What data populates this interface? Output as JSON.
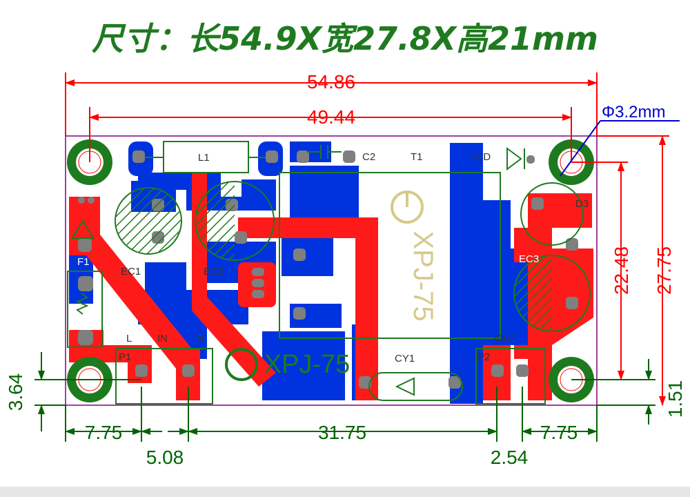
{
  "title": "尺寸：长54.9X宽27.8X高21mm",
  "dimensions": {
    "overall_length": "54.86",
    "hole_spacing": "49.44",
    "hole_diameter": "Φ3.2mm",
    "hole_vertical": "22.48",
    "overall_width": "27.75",
    "left_offset": "7.75",
    "mid_span": "31.75",
    "right_offset": "7.75",
    "pin_pitch_in": "5.08",
    "pin_pitch_out": "2.54",
    "left_height": "3.64",
    "right_height": "1.51"
  },
  "silkscreen": {
    "L1": "L1",
    "C2": "C2",
    "T1": "T1",
    "LED": "LED",
    "D3": "D3",
    "F1": "F1",
    "EC1": "EC1",
    "EC2": "EC2",
    "EC3": "EC3",
    "L": "L",
    "IN": "IN",
    "N": "N",
    "OUT": "OUT",
    "P1": "P1",
    "P2": "P2",
    "CY1": "CY1",
    "brand": "XPJ-75"
  },
  "colors": {
    "dimension_red": "#ff0000",
    "dimension_green": "#006400",
    "title_green": "#1f7a1f",
    "copper_top": "#ff1a1a",
    "copper_bottom": "#0033dd",
    "silkscreen": "#1e7a1e",
    "board_outline": "#800080"
  }
}
